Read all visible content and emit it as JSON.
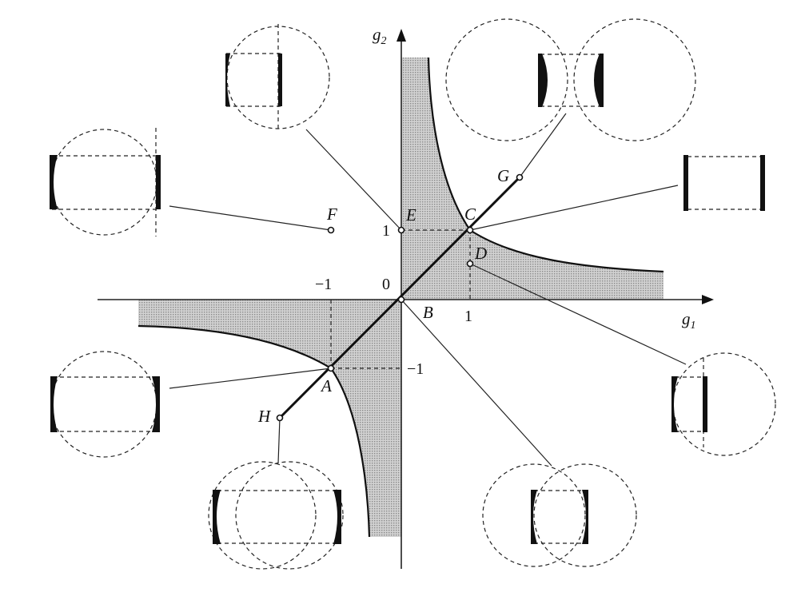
{
  "axes": {
    "x_label": "g",
    "x_subscript": "1",
    "y_label": "g",
    "y_subscript": "2",
    "origin_label": "0",
    "ticks": {
      "x_pos": "1",
      "x_neg": "−1",
      "y_pos": "1",
      "y_neg": "−1"
    }
  },
  "points": [
    {
      "id": "A",
      "label": "A",
      "g1": -1,
      "g2": -1
    },
    {
      "id": "B",
      "label": "B",
      "g1": 0,
      "g2": 0
    },
    {
      "id": "C",
      "label": "C",
      "g1": 1,
      "g2": 1
    },
    {
      "id": "D",
      "label": "D",
      "g1": 1,
      "g2": 0.5
    },
    {
      "id": "E",
      "label": "E",
      "g1": 0,
      "g2": 1
    },
    {
      "id": "F",
      "label": "F",
      "g1": -1,
      "g2": 1
    },
    {
      "id": "G",
      "label": "G",
      "g1": 1.7,
      "g2": 1.7
    },
    {
      "id": "H",
      "label": "H",
      "g1": -1.7,
      "g2": -1.7
    }
  ],
  "colors": {
    "stable_region": "#c4c4c4",
    "lines": "#111111"
  }
}
